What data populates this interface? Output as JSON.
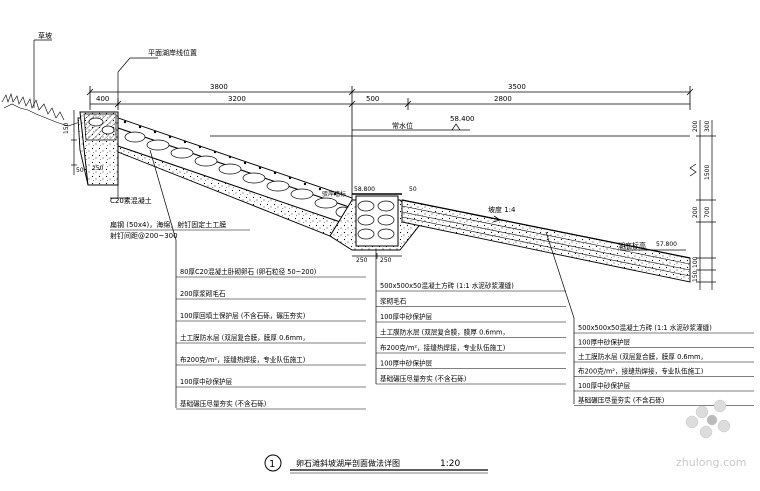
{
  "labels": {
    "grass": "草坡",
    "shoreline": "平面湖岸线位置",
    "dim_3800": "3800",
    "dim_3500": "3500",
    "dim_400": "400",
    "dim_3200": "3200",
    "dim_500": "500",
    "dim_2800": "2800",
    "water_level": "常水位",
    "water_elev": "58.400",
    "bank_dry_wall": "驳岸墙标",
    "elev_58800": "58.800",
    "slope": "坡度 1:4",
    "lake_bottom": "湖底标高",
    "elev_57800": "57.800",
    "c20_band": "C20素混凝土",
    "bolt_1": "扁钢 (50x4)，海绵，射钉固定土工膜",
    "bolt_2": "射钉间距@200~300",
    "r_200a": "200",
    "r_300": "300",
    "r_1500": "1500",
    "r_700": "700",
    "r_200b": "200",
    "r_100": "100",
    "r_150": "150",
    "l_150": "150",
    "l_50": "50",
    "l_250": "250",
    "m_250a": "250",
    "m_250b": "250",
    "m_50": "50"
  },
  "callout_left": [
    "80厚C20混凝土卧砌卵石 (卵石粒径   50~200)",
    "200厚浆砌毛石",
    "100厚回填土保护层 (不含石砾，碾压夯实)",
    "土工膜防水层 (双层复合膜，膜厚  0.6mm，",
    "布200克/m²，接缝热焊接，专业队伍施工)",
    "100厚中砂保护层",
    "基础碾压尽量夯实 (不含石砾)"
  ],
  "callout_middle": [
    "500x500x50混凝土方砖 (1:1 水泥砂浆灌缝)",
    "浆砌毛石",
    "100厚中砂保护层",
    "土工膜防水层 (双层复合膜，膜厚   0.6mm，",
    "布200克/m²，接缝热焊接，专业队伍施工)",
    "100厚中砂保护层",
    "基础碾压尽量夯实 (不含石砾)"
  ],
  "callout_right": [
    "500x500x50混凝土方砖 (1:1 水泥砂浆灌缝)",
    "100厚中砂保护层",
    "土工膜防水层 (双层复合膜，膜厚    0.6mm，",
    "布200克/m²，接缝热焊接，专业队伍施工)",
    "100厚中砂保护层",
    "基础碾压尽量夯实 (不含石砾)"
  ],
  "footer": {
    "number": "1",
    "title": "卵石滩斜坡湖岸剖面做法详图",
    "scale": "1:20"
  },
  "watermark": "zhulong.com",
  "colors": {
    "line": "#000000",
    "watermark": "#c8c8c8"
  }
}
